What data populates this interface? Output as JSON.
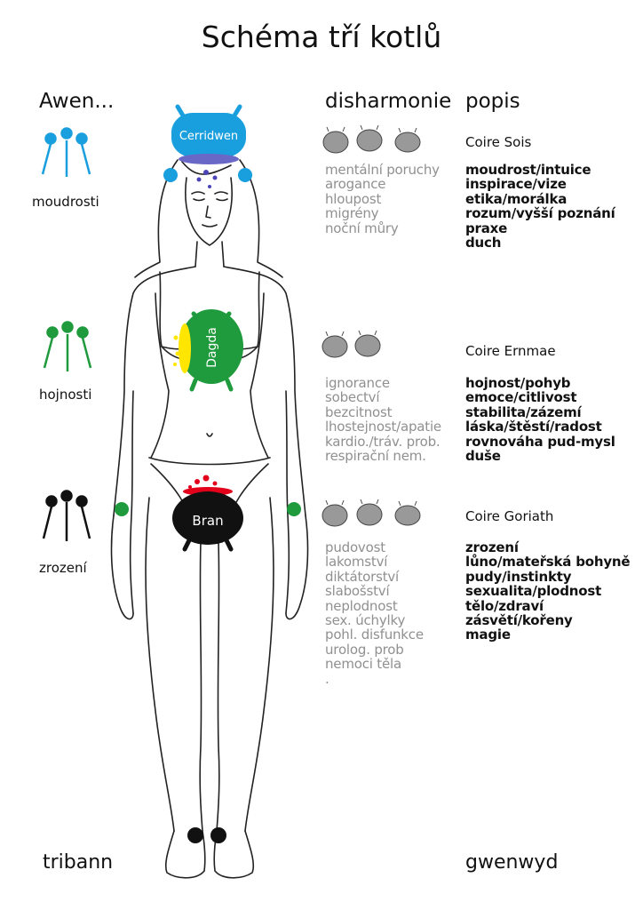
{
  "title": "Schéma tří kotlů",
  "headers": {
    "awen": "Awen...",
    "disharmonie": "disharmonie",
    "popis": "popis"
  },
  "awen_labels": [
    "moudrosti",
    "hojnosti",
    "zrození"
  ],
  "footer": {
    "left": "tribann",
    "right": "gwenwyd"
  },
  "cauldrons": [
    {
      "name": "Cerridwen",
      "color": "#1a9fde",
      "coire": "Coire Sois",
      "disharmonie": [
        "mentální poruchy",
        "arogance",
        "hloupost",
        "migrény",
        "noční můry"
      ],
      "popis": [
        "moudrost/intuice",
        "inspirace/vize",
        "etika/morálka",
        "rozum/vyšší poznání",
        "praxe",
        "duch"
      ]
    },
    {
      "name": "Dagda",
      "color": "#1f9a3c",
      "coire": "Coire Ernmae",
      "disharmonie": [
        "ignorance",
        "sobectví",
        "bezcitnost",
        "lhostejnost/apatie",
        "kardio./tráv. prob.",
        "respirační nem."
      ],
      "popis": [
        "hojnost/pohyb",
        "emoce/citlivost",
        "stabilita/zázemí",
        "láska/štěstí/radost",
        "rovnováha pud-mysl",
        "duše"
      ]
    },
    {
      "name": "Bran",
      "color": "#111111",
      "coire": "Coire Goriath",
      "disharmonie": [
        "pudovost",
        "lakomství",
        "diktátorství",
        "slabošství",
        "neplodnost",
        "sex. úchylky",
        "pohl. disfunkce",
        "urolog. prob",
        "nemoci těla",
        "."
      ],
      "popis": [
        "zrození",
        "lůno/mateřská bohyně",
        "pudy/instinkty",
        "sexualita/plodnost",
        "tělo/zdraví",
        "zásvětí/kořeny",
        "magie"
      ]
    }
  ]
}
